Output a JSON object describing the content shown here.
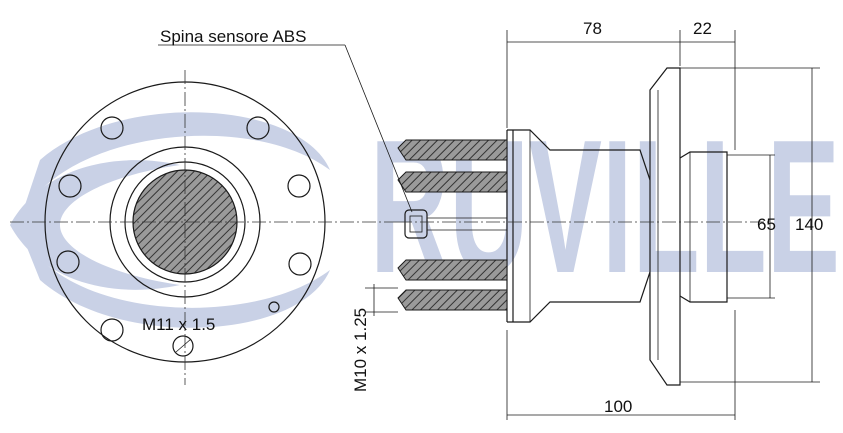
{
  "watermark": {
    "text": "RUVILLE",
    "color": "#c9d1e6"
  },
  "labels": {
    "abs_sensor": "Spina sensore ABS",
    "thread_front": "M11 x 1.5",
    "thread_side": "M10 x 1.25"
  },
  "dimensions": {
    "width_78": "78",
    "width_22": "22",
    "width_100": "100",
    "diameter_65": "65",
    "diameter_140": "140"
  }
}
